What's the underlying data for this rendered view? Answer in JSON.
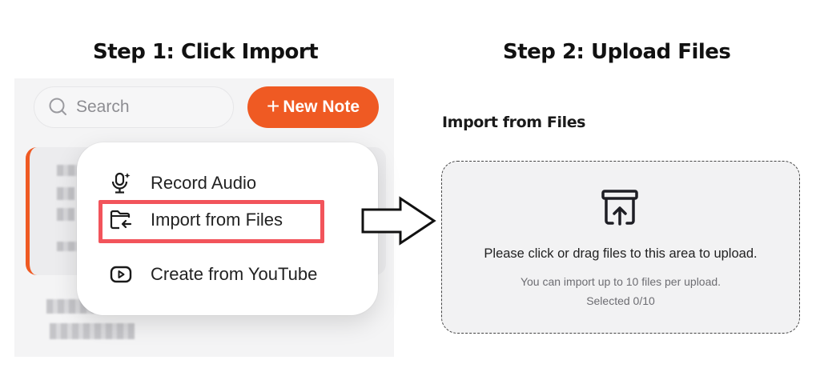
{
  "steps": {
    "step1_title": "Step 1: Click Import",
    "step2_title": "Step 2: Upload Files"
  },
  "left_panel": {
    "search": {
      "placeholder": "Search",
      "icon": "search-icon"
    },
    "new_note_button": {
      "icon": "+",
      "label": "New Note",
      "color": "#ef5a23"
    },
    "menu": {
      "items": [
        {
          "icon": "microphone-sparkle-icon",
          "label": "Record Audio"
        },
        {
          "icon": "folder-import-icon",
          "label": "Import from Files",
          "highlighted": true
        },
        {
          "icon": "youtube-play-icon",
          "label": "Create from YouTube"
        }
      ],
      "highlight_color": "#f2545b"
    }
  },
  "right_panel": {
    "title": "Import from Files",
    "dropzone": {
      "icon": "archive-upload-icon",
      "main_text": "Please click or drag files to this area to upload.",
      "sub_text": "You can import up to 10 files per upload.",
      "selected_text": "Selected 0/10"
    }
  }
}
